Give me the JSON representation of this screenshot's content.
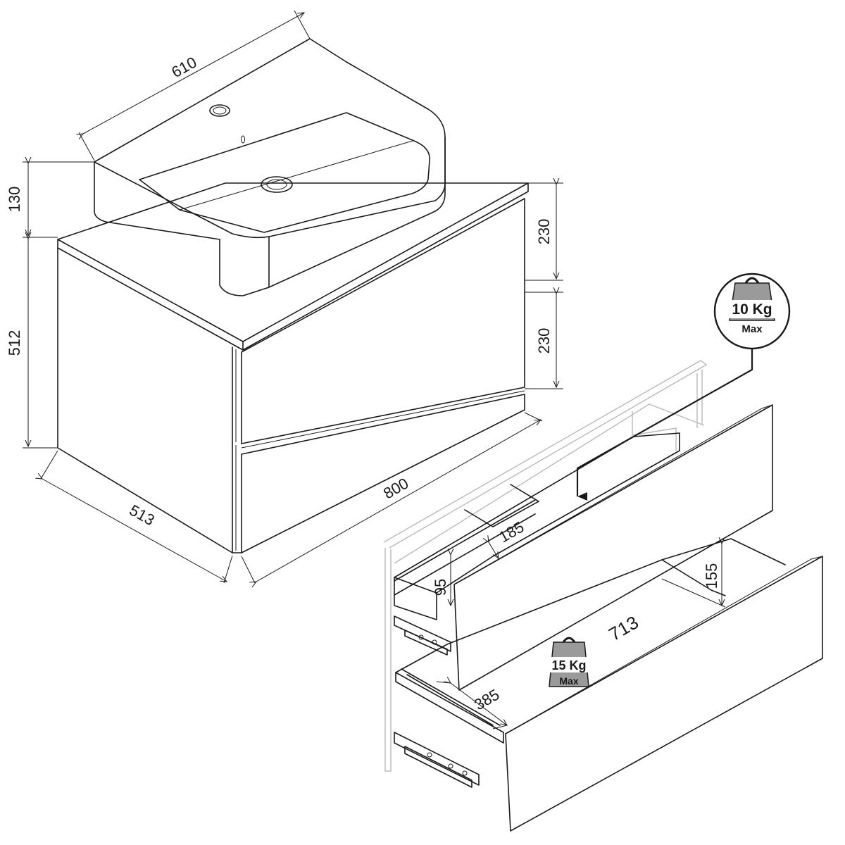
{
  "dimensions": {
    "basin_width": "610",
    "basin_height": "130",
    "cabinet_height": "512",
    "cabinet_depth": "513",
    "cabinet_width": "800",
    "drawer_top_height": "230",
    "drawer_bottom_height": "230",
    "top_drawer_depth": "185",
    "top_drawer_inner_height": "95",
    "bottom_drawer_inner_height": "155",
    "bottom_drawer_inner_width": "713",
    "bottom_drawer_inner_depth": "385"
  },
  "weights": {
    "top_drawer": {
      "value": "10 Kg",
      "label": "Max"
    },
    "bottom_drawer": {
      "value": "15 Kg",
      "label": "Max"
    }
  }
}
